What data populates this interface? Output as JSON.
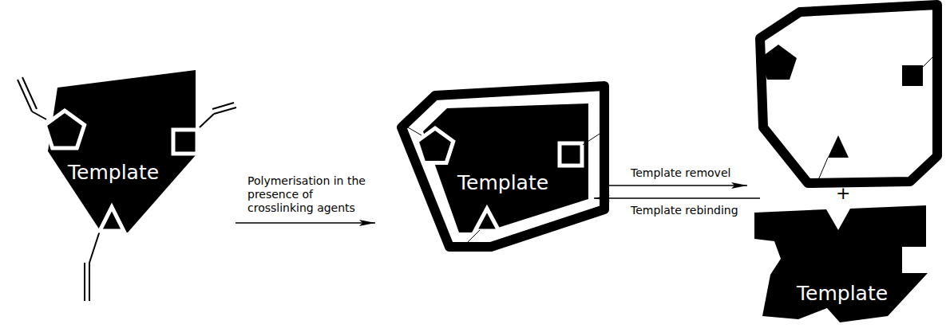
{
  "diagram": {
    "nodes": [
      {
        "text": [
          "Template"
        ]
      },
      {
        "text": [
          "Template"
        ]
      },
      {
        "text": [
          "Template"
        ]
      }
    ],
    "edges": [
      {
        "from": 0,
        "to": 1,
        "arrow": "to",
        "label": "Polymerisation in the presence of crosslinking agents"
      },
      {
        "from": 1,
        "to": 2,
        "arrow": "to",
        "label": "Template removel"
      },
      {
        "from": 2,
        "to": 1,
        "arrow": "to",
        "label": "Template rebinding"
      }
    ],
    "labels": [
      "+"
    ]
  }
}
